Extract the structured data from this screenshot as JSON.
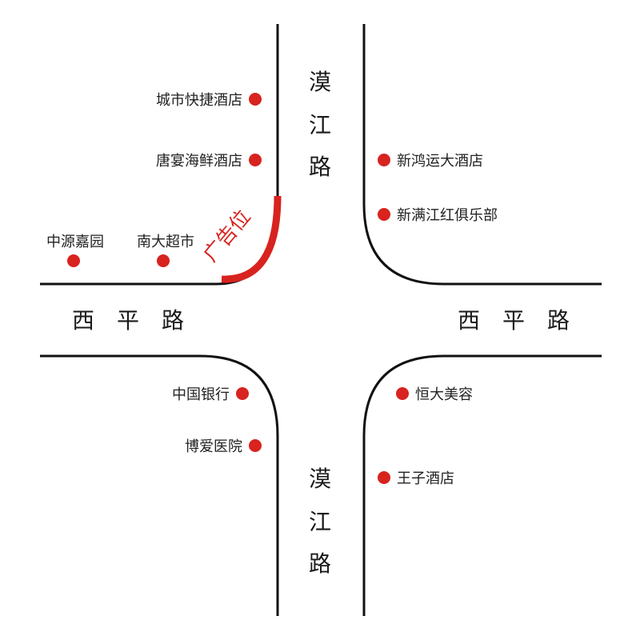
{
  "roads": {
    "hanjiang_top": [
      "漠",
      "江",
      "路"
    ],
    "hanjiang_bottom": [
      "漠",
      "江",
      "路"
    ],
    "xiping_left": "西　平　路",
    "xiping_right": "西　平　路"
  },
  "pois": {
    "city_hotel": "城市快捷酒店",
    "tangyan": "唐宴海鲜酒店",
    "zhongyuan": "中源嘉园",
    "nanda": "南大超市",
    "xinhong": "新鸿运大酒店",
    "xinman": "新满江红俱乐部",
    "boc": "中国银行",
    "boai": "博爱医院",
    "hengda": "恒大美容",
    "wangzi": "王子酒店"
  },
  "ad": {
    "label": "广告位",
    "color": "#d8231f"
  },
  "colors": {
    "road": "#111111",
    "poi": "#d8231f",
    "background": "#ffffff"
  }
}
